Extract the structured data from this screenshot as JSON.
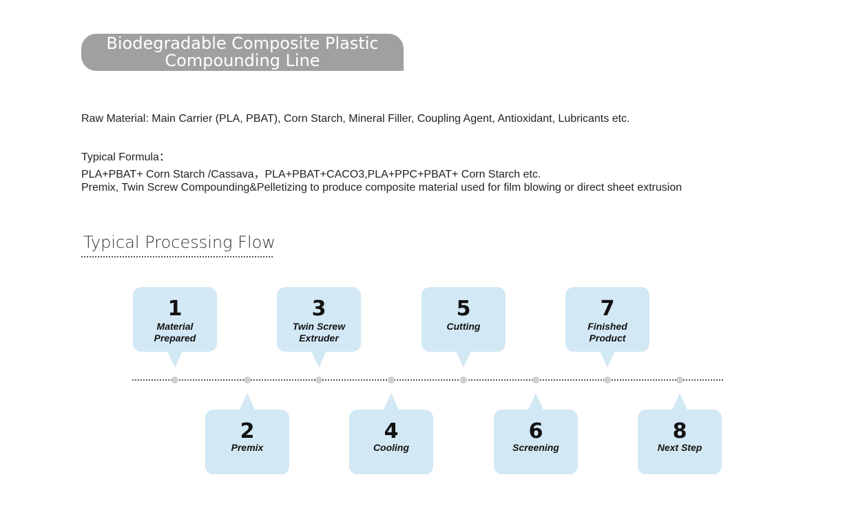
{
  "title": {
    "line1": "Biodegradable Composite Plastic",
    "line2": "Compounding Line"
  },
  "raw_material": "Raw Material: Main Carrier (PLA, PBAT), Corn Starch, Mineral Filler, Coupling Agent, Antioxidant, Lubricants etc.",
  "typical_formula_label": "Typical Formula：",
  "formula_line": "PLA+PBAT+ Corn Starch /Cassava，PLA+PBAT+CACO3,PLA+PPC+PBAT+ Corn Starch etc.",
  "process_line": "Premix, Twin Screw Compounding&Pelletizing to produce composite material used for film blowing or direct sheet extrusion",
  "section_heading": "Typical Processing Flow",
  "colors": {
    "box": "#d3e8f5",
    "banner": "#a0a0a0",
    "dot": "#cfcfcf"
  },
  "steps": [
    {
      "number": "1",
      "label_lines": [
        "Material",
        "Prepared"
      ],
      "position": "top"
    },
    {
      "number": "2",
      "label_lines": [
        "Premix"
      ],
      "position": "bottom"
    },
    {
      "number": "3",
      "label_lines": [
        "Twin Screw",
        "Extruder"
      ],
      "position": "top"
    },
    {
      "number": "4",
      "label_lines": [
        "Cooling"
      ],
      "position": "bottom"
    },
    {
      "number": "5",
      "label_lines": [
        "Cutting"
      ],
      "position": "top"
    },
    {
      "number": "6",
      "label_lines": [
        "Screening"
      ],
      "position": "bottom"
    },
    {
      "number": "7",
      "label_lines": [
        "Finished",
        "Product"
      ],
      "position": "top"
    },
    {
      "number": "8",
      "label_lines": [
        "Next Step"
      ],
      "position": "bottom"
    }
  ]
}
